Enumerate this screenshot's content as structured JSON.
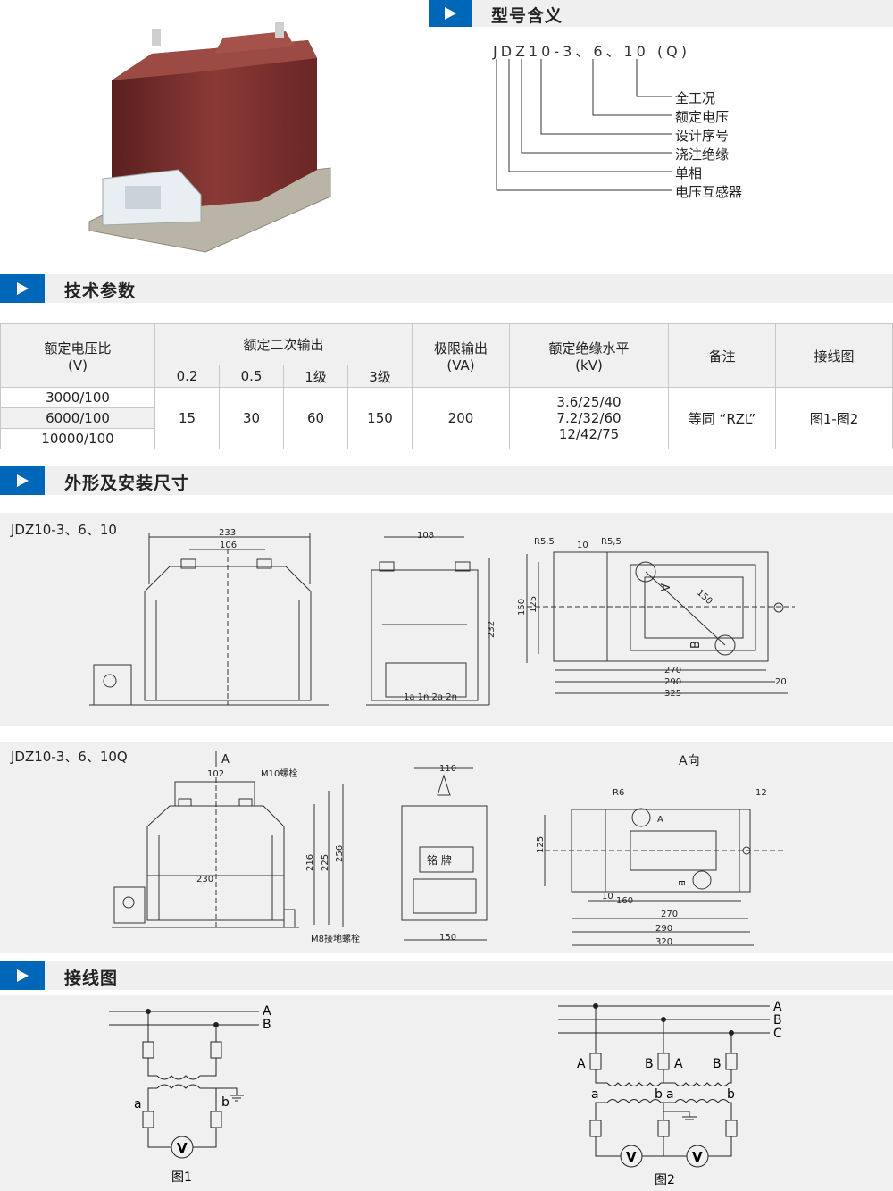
{
  "header": {
    "title": "型号含义"
  },
  "model_code": {
    "text": "JDZ10-3、6、10 (Q)",
    "meanings": [
      "全工况",
      "额定电压",
      "设计序号",
      "浇注绝缘",
      "单相",
      "电压互感器"
    ]
  },
  "sections": {
    "tech": "技术参数",
    "dims": "外形及安装尺寸",
    "wiring": "接线图"
  },
  "table": {
    "h_ratio": "额定电压比",
    "h_ratio_unit": "(V)",
    "h_secondary": "额定二次输出",
    "h_limit": "极限输出",
    "h_limit_unit": "(VA)",
    "h_insulation": "额定绝缘水平",
    "h_insulation_unit": "(kV)",
    "h_note": "备注",
    "h_diagram": "接线图",
    "classes": [
      "0.2",
      "0.5",
      "1级",
      "3级"
    ],
    "ratios": [
      "3000/100",
      "6000/100",
      "10000/100"
    ],
    "outputs": [
      "15",
      "30",
      "60",
      "150"
    ],
    "limit": "200",
    "insulation": [
      "3.6/25/40",
      "7.2/32/60",
      "12/42/75"
    ],
    "note": "等同 “RZL”",
    "diagram": "图1-图2"
  },
  "drawings": {
    "model1": "JDZ10-3、6、10",
    "model2": "JDZ10-3、6、10Q",
    "d1": {
      "d233": "233",
      "d106": "106",
      "d108": "108",
      "d232": "232",
      "r55a": "R5,5",
      "d10": "10",
      "r55b": "R5,5",
      "d150": "150",
      "d125": "125",
      "d150diag": "150",
      "d270": "270",
      "d290": "290",
      "d325": "325",
      "d20": "20",
      "terminals": "1a 1n  2a 2n",
      "pa": "A",
      "pb": "B"
    },
    "d2": {
      "arrowA": "A",
      "d102": "102",
      "bolt": "M10螺栓",
      "d230": "230",
      "d216": "216",
      "d225": "225",
      "d256": "256",
      "ground": "M8接地螺栓",
      "d110": "110",
      "plate": "铭  牌",
      "d150": "150",
      "viewA": "A向",
      "r6": "R6",
      "d12": "12",
      "d125": "125",
      "d10": "10",
      "d160": "160",
      "d270": "270",
      "d290": "290",
      "d320": "320",
      "pa": "A",
      "pb": "B"
    }
  },
  "wiring": {
    "fig1": {
      "A": "A",
      "B": "B",
      "a": "a",
      "b": "b",
      "V": "V",
      "caption": "图1"
    },
    "fig2": {
      "A": "A",
      "B": "B",
      "C": "C",
      "pA1": "A",
      "pB1": "B",
      "pA2": "A",
      "pB2": "B",
      "a1": "a",
      "b1": "b",
      "a2": "a",
      "b2": "b",
      "V": "V",
      "caption": "图2"
    }
  }
}
